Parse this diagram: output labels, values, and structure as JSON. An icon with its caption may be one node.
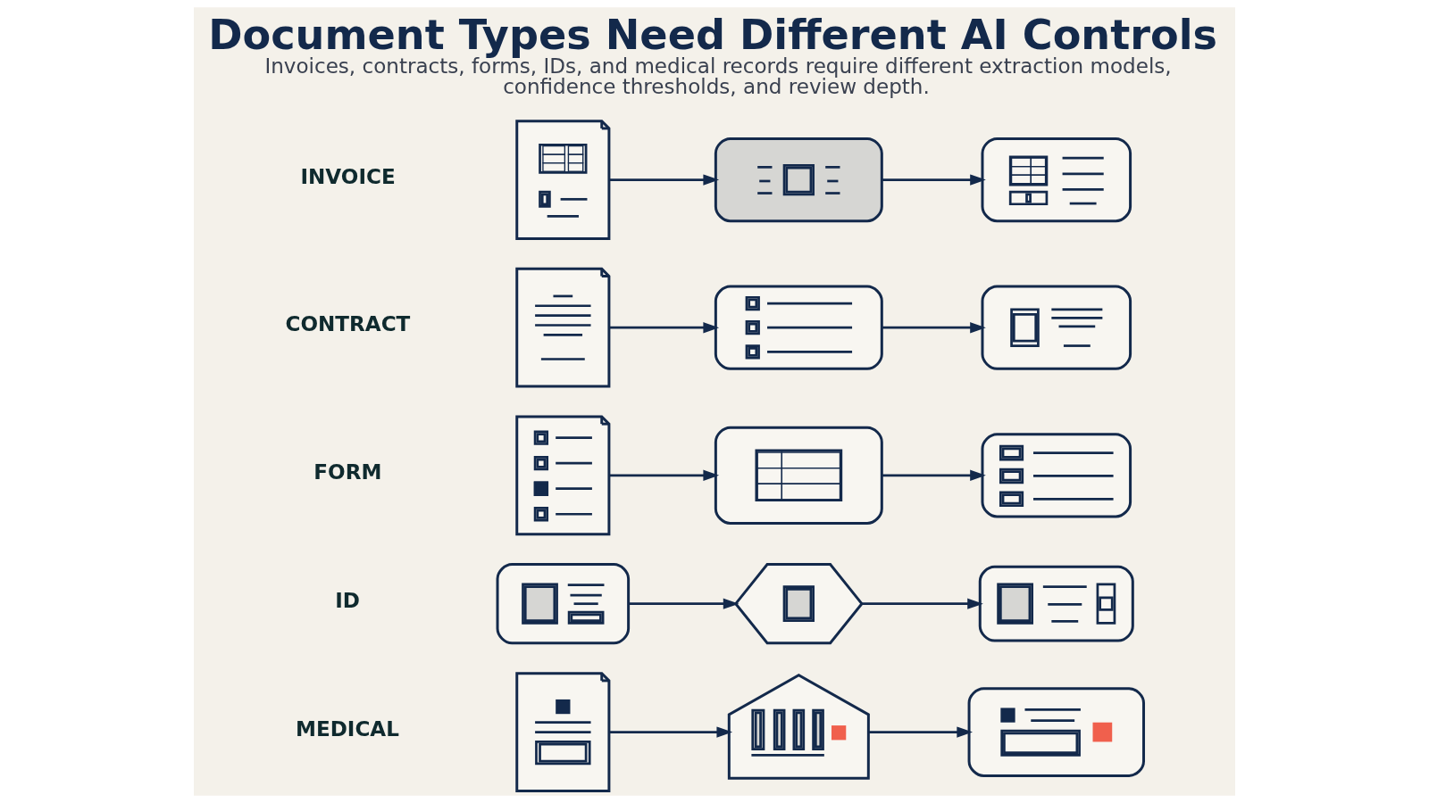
{
  "diagram": {
    "title": "Document Types Need Different AI Controls",
    "caption": "Invoices, contracts, forms, IDs, and medical records require different extraction models, confidence thresholds, and review depth.",
    "nodes": [
      {
        "text": [],
        "shape": "picture"
      },
      {
        "text": [],
        "shape": "picture"
      },
      {
        "text": [],
        "shape": "picture"
      },
      {
        "text": [],
        "shape": "picture"
      },
      {
        "text": [],
        "shape": "picture"
      },
      {
        "text": [],
        "shape": "picture"
      },
      {
        "text": [],
        "shape": "picture"
      },
      {
        "text": [],
        "shape": "picture"
      },
      {
        "text": [],
        "shape": "picture"
      },
      {
        "text": [],
        "shape": "picture"
      },
      {
        "text": [],
        "shape": "picture"
      },
      {
        "text": [],
        "shape": "picture"
      },
      {
        "text": [],
        "shape": "picture"
      },
      {
        "text": [],
        "shape": "picture"
      },
      {
        "text": [],
        "shape": "picture"
      }
    ],
    "edges": [
      {
        "from": 0,
        "to": 1,
        "arrow": "to"
      },
      {
        "from": 1,
        "to": 2,
        "arrow": "to"
      },
      {
        "from": 3,
        "to": 4,
        "arrow": "to"
      },
      {
        "from": 4,
        "to": 5,
        "arrow": "to"
      },
      {
        "from": 6,
        "to": 7,
        "arrow": "to"
      },
      {
        "from": 7,
        "to": 8,
        "arrow": "to"
      },
      {
        "from": 9,
        "to": 10,
        "arrow": "to"
      },
      {
        "from": 10,
        "to": 11,
        "arrow": "to"
      },
      {
        "from": 12,
        "to": 13,
        "arrow": "to"
      },
      {
        "from": 13,
        "to": 14,
        "arrow": "to"
      }
    ],
    "labels": [
      "INVOICE",
      "CONTRACT",
      "FORM",
      "ID",
      "MEDICAL"
    ]
  }
}
